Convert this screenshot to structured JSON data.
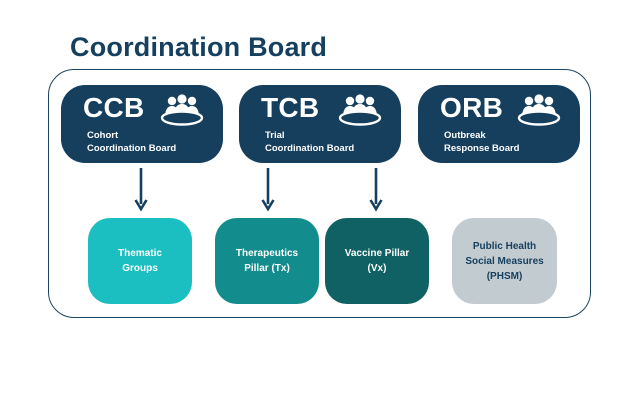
{
  "title": "Coordination Board",
  "colors": {
    "board_bg": "#163f5e",
    "frame_border": "#1b4563",
    "title_text": "#16405f",
    "thematic": "#1cbfc1",
    "therapeutics": "#128c8c",
    "vaccine": "#0f6163",
    "phsm": "#c2cbd0",
    "phsm_text": "#16405f",
    "arrow": "#16405f"
  },
  "boards": [
    {
      "abbr": "CCB",
      "name_lines": [
        "Cohort",
        "Coordination Board"
      ],
      "icon": "meeting-table-icon"
    },
    {
      "abbr": "TCB",
      "name_lines": [
        "Trial",
        "Coordination Board"
      ],
      "icon": "meeting-table-icon"
    },
    {
      "abbr": "ORB",
      "name_lines": [
        "Outbreak",
        "Response Board"
      ],
      "icon": "meeting-table-icon"
    }
  ],
  "pillars": [
    {
      "lines": [
        "Thematic",
        "Groups"
      ]
    },
    {
      "lines": [
        "Therapeutics",
        "Pillar (Tx)"
      ]
    },
    {
      "lines": [
        "Vaccine Pillar",
        "(Vx)"
      ]
    },
    {
      "lines": [
        "Public Health",
        "Social Measures",
        "(PHSM)"
      ]
    }
  ],
  "connections": [
    {
      "from": "CCB",
      "to": "Thematic Groups"
    },
    {
      "from": "TCB",
      "to": "Therapeutics Pillar (Tx)"
    },
    {
      "from": "TCB",
      "to": "Vaccine Pillar (Vx)"
    }
  ]
}
